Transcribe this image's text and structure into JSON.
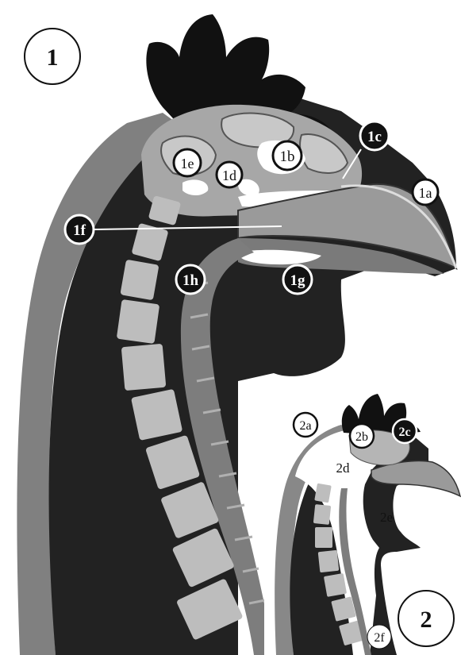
{
  "panels": [
    {
      "number": "1",
      "labels": {
        "a": "1a",
        "b": "1b",
        "c": "1c",
        "d": "1d",
        "e": "1e",
        "f": "1f",
        "g": "1g",
        "h": "1h"
      }
    },
    {
      "number": "2",
      "labels": {
        "a": "2a",
        "b": "2b",
        "c": "2c",
        "d": "2d",
        "e": "2e",
        "f": "2f"
      }
    }
  ],
  "colors": {
    "background": "#ffffff",
    "silhouette": "#222222",
    "outer_shadow": "#808080",
    "bone": "#bdbdbd",
    "sinus_air": "#ffffff",
    "beak": "#9a9a9a",
    "comb": "#111111"
  },
  "icons": [
    "chicken-head-sagittal-section",
    "chicken-head-inset-section"
  ]
}
